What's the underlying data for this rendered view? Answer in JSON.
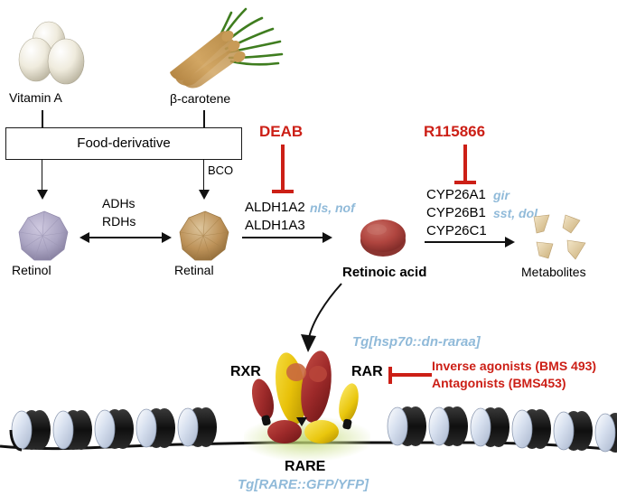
{
  "figure": {
    "title": "Retinoic acid signalling pathway",
    "colors": {
      "inhibitor_red": "#cc1f16",
      "transgene_blue": "#90bad9",
      "retinol": "#a6a0bd",
      "retinal": "#b99055",
      "retinoic_acid": "#b0453f",
      "receptor_red": "#a32a2a",
      "receptor_yellow": "#e8c109",
      "rare_glow": "#cde08a",
      "carrot_body": "#c99a55",
      "carrot_leaf": "#3f7a1e",
      "egg": "#ece7d9",
      "metabolite": "#e5d3ad",
      "nucleosome_light": "#cfd9ea",
      "nucleosome_dark": "#1b1b1b",
      "line_black": "#111111"
    }
  },
  "sources": {
    "vitamin_a": {
      "label": "Vitamin A",
      "icon": "eggs-icon"
    },
    "beta_carotene": {
      "label": "β-carotene",
      "icon": "carrot-icon"
    }
  },
  "food_box": {
    "label": "Food-derivative"
  },
  "enzymes": {
    "bco": "BCO",
    "adh": "ADHs",
    "rdh": "RDHs",
    "aldh_1": "ALDH1A2",
    "aldh_2": "ALDH1A3",
    "aldh_genes": "nls, nof",
    "cyp_1": "CYP26A1",
    "cyp_2": "CYP26B1",
    "cyp_3": "CYP26C1",
    "cyp_genes_1": "gir",
    "cyp_genes_2": "sst, dol"
  },
  "metabolite_nodes": {
    "retinol": {
      "label": "Retinol",
      "icon": "retinol-molecule-icon"
    },
    "retinal": {
      "label": "Retinal",
      "icon": "retinal-molecule-icon"
    },
    "retinoic_acid": {
      "label": "Retinoic acid",
      "icon": "retinoic-acid-molecule-icon"
    },
    "metabolites": {
      "label": "Metabolites",
      "icon": "metabolite-fragments-icon"
    }
  },
  "inhibitors": {
    "deab": "DEAB",
    "r115866": "R115866",
    "receptor_line_1": "Inverse agonists (BMS 493)",
    "receptor_line_2": "Antagonists (BMS453)"
  },
  "receptor_complex": {
    "rxr_label": "RXR",
    "rar_label": "RAR",
    "rare_label": "RARE",
    "transgene_top": "Tg[hsp70::dn-raraa]",
    "transgene_bottom": "Tg[RARE::GFP/YFP]"
  },
  "chromatin": {
    "left_nucleosome_count": 6,
    "right_nucleosome_count": 6
  }
}
